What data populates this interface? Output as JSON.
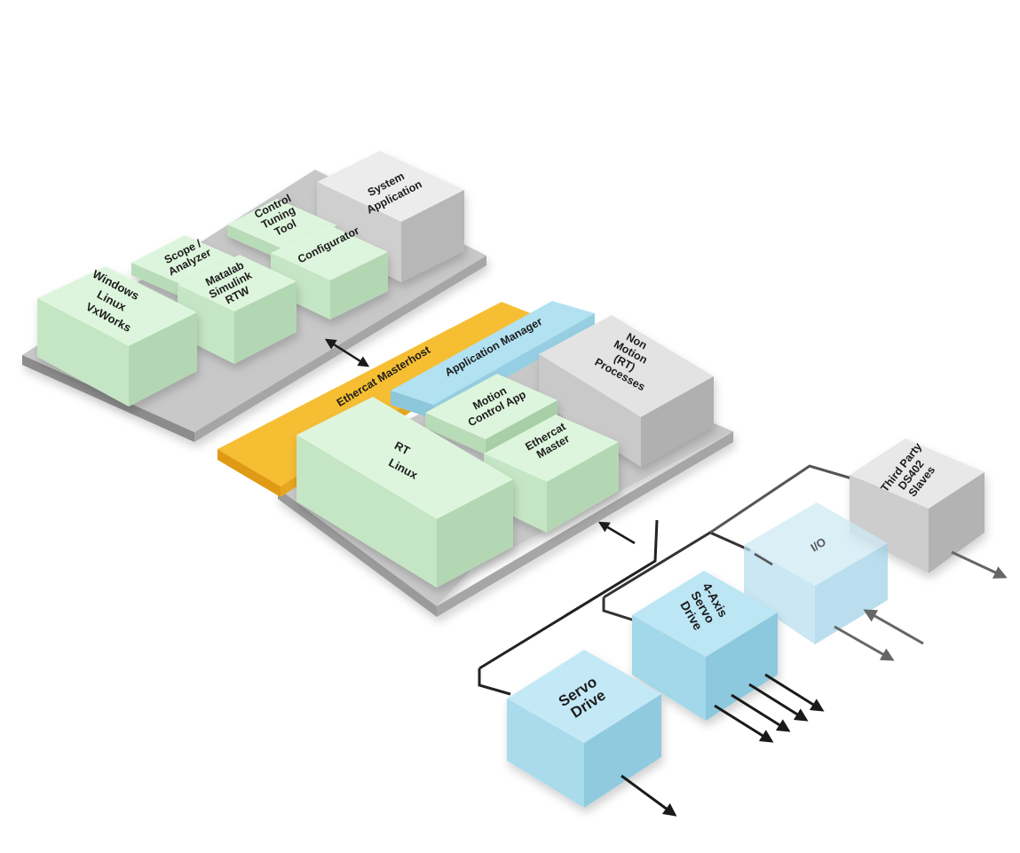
{
  "colors": {
    "green": "#c9ecc8",
    "gray": "#c4c4c4",
    "blue": "#a9dcef",
    "orange": "#f7bb2e",
    "lightblue": "#a6d9ea",
    "plate": "#c9c9c9",
    "line": "#222222"
  },
  "host_platform": {
    "os_box": [
      "Windows",
      "Linux",
      "VxWorks"
    ],
    "scope": [
      "Scope /",
      "Analyzer"
    ],
    "matlab": [
      "Matalab",
      "Simulink",
      "RTW"
    ],
    "control_tuning": [
      "Control",
      "Tuning",
      "Tool"
    ],
    "configurator": [
      "Configurator"
    ],
    "system_app": [
      "System",
      "Application"
    ]
  },
  "master_platform": {
    "ethercat_masterhost": "Ethercat Masterhost",
    "application_manager": "Application Manager",
    "rt_linux": [
      "RT",
      "Linux"
    ],
    "motion_control": [
      "Motion",
      "Control App"
    ],
    "ethercat_master": [
      "Ethercat",
      "Master"
    ],
    "non_motion": [
      "Non",
      "Motion",
      "(RT)",
      "Processes"
    ]
  },
  "devices": {
    "servo_drive": [
      "Servo",
      "Drive"
    ],
    "four_axis": [
      "4-Axis",
      "Servo",
      "Drive"
    ],
    "io": [
      "I/O"
    ],
    "third_party": [
      "Third Party",
      "DS402",
      "Slaves"
    ]
  }
}
